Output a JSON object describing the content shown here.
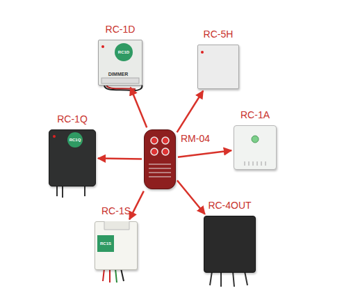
{
  "diagram": {
    "nodes": [
      {
        "text": [
          "RC-1D"
        ]
      },
      {
        "text": [
          "RC-5H"
        ]
      },
      {
        "text": [
          "RC-1Q"
        ]
      },
      {
        "text": [
          "RM-04"
        ]
      },
      {
        "text": [
          "RC-1A"
        ]
      },
      {
        "text": [
          "RC-1S"
        ]
      },
      {
        "text": [
          "RC-4OUT"
        ]
      }
    ],
    "edges": [
      {
        "from": 3,
        "to": 0,
        "arrow": "to"
      },
      {
        "from": 3,
        "to": 1,
        "arrow": "to"
      },
      {
        "from": 3,
        "to": 2,
        "arrow": "to"
      },
      {
        "from": 3,
        "to": 4,
        "arrow": "to"
      },
      {
        "from": 3,
        "to": 5,
        "arrow": "to"
      },
      {
        "from": 3,
        "to": 6,
        "arrow": "to"
      }
    ],
    "labels": [
      "RC1D",
      "DIMMER",
      "RC1Q",
      "RC1S"
    ]
  }
}
